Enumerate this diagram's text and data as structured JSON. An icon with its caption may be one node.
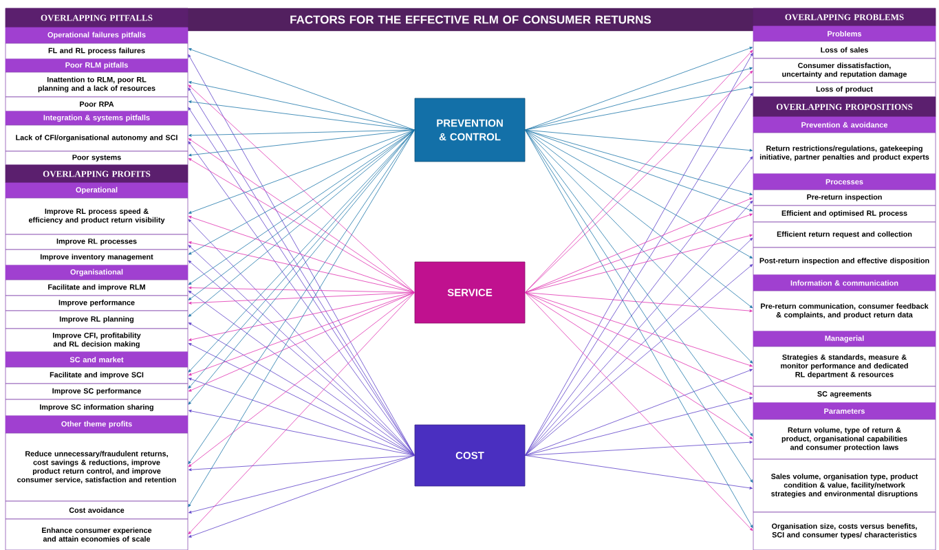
{
  "diagram": {
    "title": "FACTORS FOR THE EFFECTIVE RLM OF CONSUMER RETURNS",
    "nodes": [
      {
        "text": [
          "OVERLAPPING PITFALLS"
        ]
      },
      {
        "text": [
          "Operational failures pitfalls"
        ]
      },
      {
        "text": [
          "FL and RL process failures"
        ]
      },
      {
        "text": [
          "Poor RLM pitfalls"
        ]
      },
      {
        "text": [
          "Inattention to RLM, poor RL planning and a lack of resources"
        ]
      },
      {
        "text": [
          "Poor RPA"
        ]
      },
      {
        "text": [
          "Integration & systems pitfalls"
        ]
      },
      {
        "text": [
          "Lack of CFI/organisational autonomy and SCI"
        ]
      },
      {
        "text": [
          "Poor systems"
        ]
      },
      {
        "text": [
          "OVERLAPPING PROFITS"
        ]
      },
      {
        "text": [
          "Operational"
        ]
      },
      {
        "text": [
          "Improve RL process speed & efficiency and product return visibility"
        ]
      },
      {
        "text": [
          "Improve RL processes"
        ]
      },
      {
        "text": [
          "Improve inventory management"
        ]
      },
      {
        "text": [
          "Organisational"
        ]
      },
      {
        "text": [
          "Facilitate and improve RLM"
        ]
      },
      {
        "text": [
          "Improve performance"
        ]
      },
      {
        "text": [
          "Improve RL planning"
        ]
      },
      {
        "text": [
          "Improve CFI, profitability and RL decision making"
        ]
      },
      {
        "text": [
          "SC and market"
        ]
      },
      {
        "text": [
          "Facilitate and improve SCI"
        ]
      },
      {
        "text": [
          "Improve SC performance"
        ]
      },
      {
        "text": [
          "Improve SC information sharing"
        ]
      },
      {
        "text": [
          "Other theme profits"
        ]
      },
      {
        "text": [
          "Reduce unnecessary/fraudulent returns, cost savings & reductions, improve product return control, and improve consumer service, satisfaction and retention"
        ]
      },
      {
        "text": [
          "Cost avoidance"
        ]
      },
      {
        "text": [
          "Enhance consumer experience and attain economies of scale"
        ]
      },
      {
        "text": [
          "PREVENTION & CONTROL"
        ]
      },
      {
        "text": [
          "SERVICE"
        ]
      },
      {
        "text": [
          "COST"
        ]
      },
      {
        "text": [
          "OVERLAPPING PROBLEMS"
        ]
      },
      {
        "text": [
          "Problems"
        ]
      },
      {
        "text": [
          "Loss of sales"
        ]
      },
      {
        "text": [
          "Consumer dissatisfaction, uncertainty and reputation damage"
        ]
      },
      {
        "text": [
          "Loss of product"
        ]
      },
      {
        "text": [
          "OVERLAPPING PROPOSITIONS"
        ]
      },
      {
        "text": [
          "Prevention & avoidance"
        ]
      },
      {
        "text": [
          "Return restrictions/regulations, gatekeeping initiative, partner penalties and product experts"
        ]
      },
      {
        "text": [
          "Processes"
        ]
      },
      {
        "text": [
          "Pre-return inspection"
        ]
      },
      {
        "text": [
          "Efficient and optimised RL process"
        ]
      },
      {
        "text": [
          "Efficient return request and collection"
        ]
      },
      {
        "text": [
          "Post-return inspection and effective disposition"
        ]
      },
      {
        "text": [
          "Information & communication"
        ]
      },
      {
        "text": [
          "Pre-return communication, consumer feedback & complaints, and product return data"
        ]
      },
      {
        "text": [
          "Managerial"
        ]
      },
      {
        "text": [
          "Strategies & standards, measure & monitor performance and dedicated RL department & resources"
        ]
      },
      {
        "text": [
          "SC agreements"
        ]
      },
      {
        "text": [
          "Parameters"
        ]
      },
      {
        "text": [
          "Return volume, type of return & product, organisational capabilities and consumer protection laws"
        ]
      },
      {
        "text": [
          "Sales volume, organisation type, product condition & value, facility/network strategies and environmental disruptions"
        ]
      },
      {
        "text": [
          "Organisation size, costs versus benefits, SCI and consumer types/ characteristics"
        ]
      }
    ],
    "edges": [
      {
        "from": 27,
        "to": 2,
        "arrow": "to",
        "color": "#1b75a8"
      },
      {
        "from": 29,
        "to": 2,
        "arrow": "to",
        "color": "#5b3ec8"
      },
      {
        "from": 27,
        "to": 4,
        "arrow": "to",
        "color": "#1b75a8"
      },
      {
        "from": 28,
        "to": 4,
        "arrow": "to",
        "color": "#e030b0"
      },
      {
        "from": 29,
        "to": 4,
        "arrow": "to",
        "color": "#5b3ec8"
      },
      {
        "from": 27,
        "to": 5,
        "arrow": "to",
        "color": "#1b75a8"
      },
      {
        "from": 29,
        "to": 5,
        "arrow": "to",
        "color": "#5b3ec8"
      },
      {
        "from": 27,
        "to": 7,
        "arrow": "to",
        "color": "#1b75a8"
      },
      {
        "from": 28,
        "to": 7,
        "arrow": "to",
        "color": "#e030b0"
      },
      {
        "from": 29,
        "to": 7,
        "arrow": "to",
        "color": "#5b3ec8"
      },
      {
        "from": 27,
        "to": 8,
        "arrow": "to",
        "color": "#1b75a8"
      },
      {
        "from": 28,
        "to": 8,
        "arrow": "to",
        "color": "#e030b0"
      },
      {
        "from": 27,
        "to": 11,
        "arrow": "to",
        "color": "#1b75a8"
      },
      {
        "from": 28,
        "to": 11,
        "arrow": "to",
        "color": "#e030b0"
      },
      {
        "from": 29,
        "to": 11,
        "arrow": "to",
        "color": "#5b3ec8"
      },
      {
        "from": 28,
        "to": 12,
        "arrow": "to",
        "color": "#e030b0"
      },
      {
        "from": 29,
        "to": 12,
        "arrow": "to",
        "color": "#5b3ec8"
      },
      {
        "from": 27,
        "to": 13,
        "arrow": "to",
        "color": "#1b75a8"
      },
      {
        "from": 29,
        "to": 13,
        "arrow": "to",
        "color": "#5b3ec8"
      },
      {
        "from": 27,
        "to": 15,
        "arrow": "to",
        "color": "#1b75a8"
      },
      {
        "from": 28,
        "to": 15,
        "arrow": "to",
        "color": "#e030b0"
      },
      {
        "from": 29,
        "to": 15,
        "arrow": "to",
        "color": "#5b3ec8"
      },
      {
        "from": 27,
        "to": 16,
        "arrow": "to",
        "color": "#1b75a8"
      },
      {
        "from": 28,
        "to": 16,
        "arrow": "to",
        "color": "#e030b0"
      },
      {
        "from": 27,
        "to": 17,
        "arrow": "to",
        "color": "#1b75a8"
      },
      {
        "from": 29,
        "to": 17,
        "arrow": "to",
        "color": "#5b3ec8"
      },
      {
        "from": 28,
        "to": 18,
        "arrow": "to",
        "color": "#e030b0"
      },
      {
        "from": 29,
        "to": 18,
        "arrow": "to",
        "color": "#5b3ec8"
      },
      {
        "from": 27,
        "to": 20,
        "arrow": "to",
        "color": "#1b75a8"
      },
      {
        "from": 28,
        "to": 20,
        "arrow": "to",
        "color": "#e030b0"
      },
      {
        "from": 29,
        "to": 20,
        "arrow": "to",
        "color": "#5b3ec8"
      },
      {
        "from": 27,
        "to": 21,
        "arrow": "to",
        "color": "#1b75a8"
      },
      {
        "from": 28,
        "to": 21,
        "arrow": "to",
        "color": "#e030b0"
      },
      {
        "from": 27,
        "to": 22,
        "arrow": "to",
        "color": "#1b75a8"
      },
      {
        "from": 29,
        "to": 22,
        "arrow": "to",
        "color": "#5b3ec8"
      },
      {
        "from": 27,
        "to": 24,
        "arrow": "to",
        "color": "#1b75a8"
      },
      {
        "from": 28,
        "to": 24,
        "arrow": "to",
        "color": "#e030b0"
      },
      {
        "from": 29,
        "to": 24,
        "arrow": "to",
        "color": "#5b3ec8"
      },
      {
        "from": 27,
        "to": 25,
        "arrow": "to",
        "color": "#1b75a8"
      },
      {
        "from": 29,
        "to": 25,
        "arrow": "to",
        "color": "#5b3ec8"
      },
      {
        "from": 28,
        "to": 26,
        "arrow": "to",
        "color": "#e030b0"
      },
      {
        "from": 29,
        "to": 26,
        "arrow": "to",
        "color": "#5b3ec8"
      },
      {
        "from": 27,
        "to": 32,
        "arrow": "to",
        "color": "#1b75a8"
      },
      {
        "from": 28,
        "to": 32,
        "arrow": "to",
        "color": "#e030b0"
      },
      {
        "from": 29,
        "to": 32,
        "arrow": "to",
        "color": "#5b3ec8"
      },
      {
        "from": 27,
        "to": 33,
        "arrow": "to",
        "color": "#1b75a8"
      },
      {
        "from": 28,
        "to": 33,
        "arrow": "to",
        "color": "#e030b0"
      },
      {
        "from": 27,
        "to": 34,
        "arrow": "to",
        "color": "#1b75a8"
      },
      {
        "from": 29,
        "to": 34,
        "arrow": "to",
        "color": "#5b3ec8"
      },
      {
        "from": 27,
        "to": 37,
        "arrow": "to",
        "color": "#1b75a8"
      },
      {
        "from": 29,
        "to": 37,
        "arrow": "to",
        "color": "#5b3ec8"
      },
      {
        "from": 27,
        "to": 39,
        "arrow": "to",
        "color": "#1b75a8"
      },
      {
        "from": 28,
        "to": 39,
        "arrow": "to",
        "color": "#e030b0"
      },
      {
        "from": 29,
        "to": 39,
        "arrow": "to",
        "color": "#5b3ec8"
      },
      {
        "from": 27,
        "to": 40,
        "arrow": "to",
        "color": "#1b75a8"
      },
      {
        "from": 28,
        "to": 40,
        "arrow": "to",
        "color": "#e030b0"
      },
      {
        "from": 28,
        "to": 41,
        "arrow": "to",
        "color": "#e030b0"
      },
      {
        "from": 29,
        "to": 41,
        "arrow": "to",
        "color": "#5b3ec8"
      },
      {
        "from": 27,
        "to": 42,
        "arrow": "to",
        "color": "#1b75a8"
      },
      {
        "from": 29,
        "to": 42,
        "arrow": "to",
        "color": "#5b3ec8"
      },
      {
        "from": 27,
        "to": 44,
        "arrow": "to",
        "color": "#1b75a8"
      },
      {
        "from": 28,
        "to": 44,
        "arrow": "to",
        "color": "#e030b0"
      },
      {
        "from": 27,
        "to": 46,
        "arrow": "to",
        "color": "#1b75a8"
      },
      {
        "from": 28,
        "to": 46,
        "arrow": "to",
        "color": "#e030b0"
      },
      {
        "from": 29,
        "to": 46,
        "arrow": "to",
        "color": "#5b3ec8"
      },
      {
        "from": 28,
        "to": 47,
        "arrow": "to",
        "color": "#e030b0"
      },
      {
        "from": 29,
        "to": 47,
        "arrow": "to",
        "color": "#5b3ec8"
      },
      {
        "from": 27,
        "to": 49,
        "arrow": "to",
        "color": "#1b75a8"
      },
      {
        "from": 28,
        "to": 49,
        "arrow": "to",
        "color": "#e030b0"
      },
      {
        "from": 29,
        "to": 49,
        "arrow": "to",
        "color": "#5b3ec8"
      },
      {
        "from": 27,
        "to": 50,
        "arrow": "to",
        "color": "#1b75a8"
      },
      {
        "from": 29,
        "to": 50,
        "arrow": "to",
        "color": "#5b3ec8"
      },
      {
        "from": 27,
        "to": 51,
        "arrow": "to",
        "color": "#1b75a8"
      },
      {
        "from": 28,
        "to": 51,
        "arrow": "to",
        "color": "#e030b0"
      }
    ]
  }
}
